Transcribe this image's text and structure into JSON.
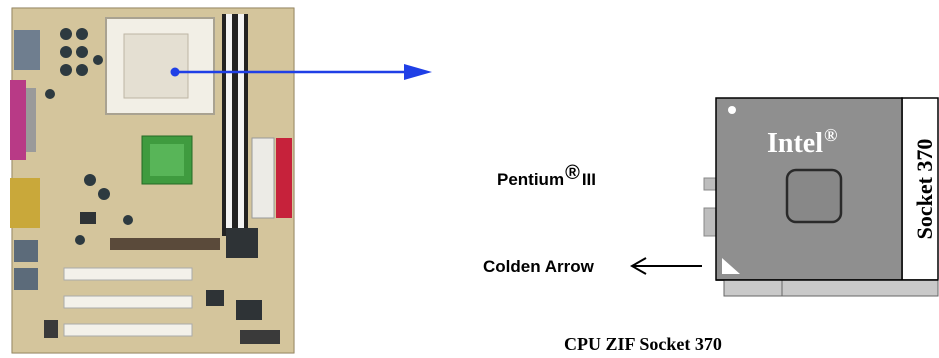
{
  "labels": {
    "pentium_main": "Pentium",
    "pentium_mark": "®",
    "pentium_suffix": "III",
    "golden_arrow": "Colden Arrow",
    "intel_main": "Intel",
    "intel_mark": "®",
    "socket_side": "Socket 370",
    "caption": "CPU ZIF Socket 370"
  },
  "colors": {
    "pointer_arrow": "#1f3fe6",
    "board_base": "#d8c9a0",
    "socket_gray": "#8f8f8f"
  }
}
